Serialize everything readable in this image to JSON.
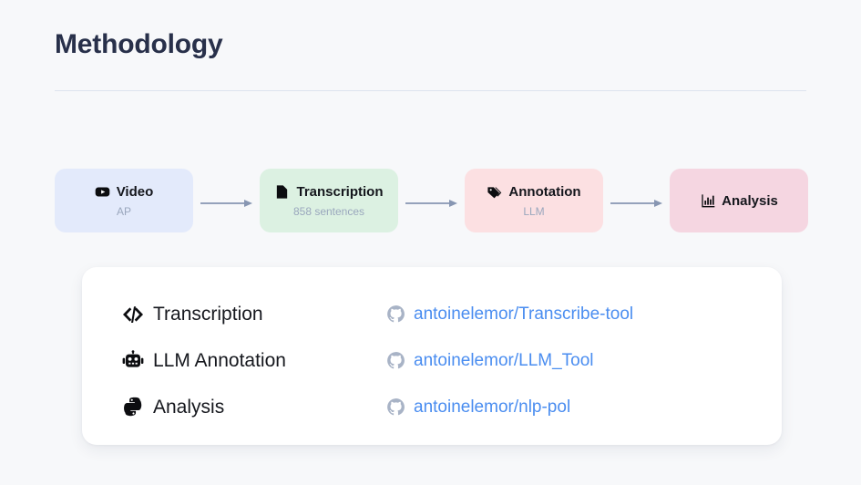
{
  "page": {
    "title": "Methodology",
    "background_color": "#f7f8fa",
    "title_color": "#28304a",
    "divider_color": "#dde3ee"
  },
  "pipeline": {
    "arrow_color": "#8796b2",
    "steps": [
      {
        "icon": "youtube-icon",
        "label": "Video",
        "sublabel": "AP",
        "color": "#e3eafb"
      },
      {
        "icon": "document-icon",
        "label": "Transcription",
        "sublabel": "858 sentences",
        "color": "#dcf1e2"
      },
      {
        "icon": "tags-icon",
        "label": "Annotation",
        "sublabel": "LLM",
        "color": "#fce0e2"
      },
      {
        "icon": "bar-chart-icon",
        "label": "Analysis",
        "sublabel": "",
        "color": "#f5d6e1"
      }
    ]
  },
  "repositories": {
    "link_color": "#4a8df0",
    "rows": [
      {
        "icon": "code-icon",
        "name": "Transcription",
        "repo_icon": "github-icon",
        "repo": "antoinelemor/Transcribe-tool"
      },
      {
        "icon": "robot-icon",
        "name": "LLM Annotation",
        "repo_icon": "github-icon",
        "repo": "antoinelemor/LLM_Tool"
      },
      {
        "icon": "python-icon",
        "name": "Analysis",
        "repo_icon": "github-icon",
        "repo": "antoinelemor/nlp-pol"
      }
    ]
  }
}
